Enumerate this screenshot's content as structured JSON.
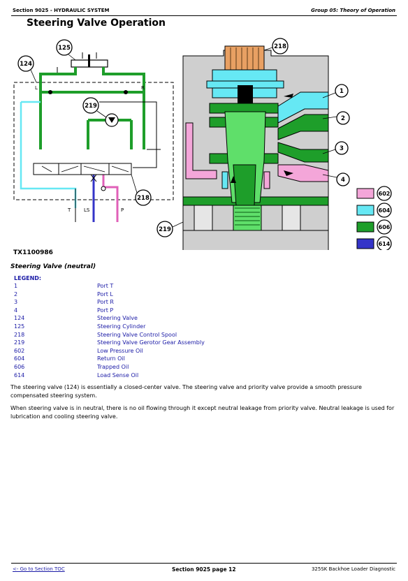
{
  "header": {
    "section": "Section 9025 - HYDRAULIC SYSTEM",
    "group": "Group 05: Theory of Operation"
  },
  "page_title": "Steering Valve Operation",
  "figure": {
    "id": "TX1100986",
    "caption": "Steering Valve (neutral)",
    "callouts": {
      "c125": "125",
      "c124": "124",
      "c219a": "219",
      "c218a": "218",
      "c218b": "218",
      "c219b": "219",
      "c1": "1",
      "c2": "2",
      "c3": "3",
      "c4": "4"
    },
    "schematic_labels": {
      "l": "L",
      "r": "R",
      "t": "T",
      "ls": "LS",
      "p": "P"
    },
    "color_key": [
      {
        "code": "602",
        "color": "#f4a6d9"
      },
      {
        "code": "604",
        "color": "#66e8f4"
      },
      {
        "code": "606",
        "color": "#1e9e2a"
      },
      {
        "code": "614",
        "color": "#3434c8"
      }
    ]
  },
  "legend": {
    "title": "LEGEND:",
    "items": [
      {
        "num": "1",
        "text": "Port T"
      },
      {
        "num": "2",
        "text": "Port L"
      },
      {
        "num": "3",
        "text": "Port R"
      },
      {
        "num": "4",
        "text": "Port P"
      },
      {
        "num": "124",
        "text": "Steering Valve"
      },
      {
        "num": "125",
        "text": "Steering Cylinder"
      },
      {
        "num": "218",
        "text": "Steering Valve Control Spool"
      },
      {
        "num": "219",
        "text": "Steering Valve Gerotor Gear Assembly"
      },
      {
        "num": "602",
        "text": "Low Pressure Oil"
      },
      {
        "num": "604",
        "text": "Return Oil"
      },
      {
        "num": "606",
        "text": "Trapped Oil"
      },
      {
        "num": "614",
        "text": "Load Sense Oil"
      }
    ]
  },
  "paragraphs": [
    "The steering valve (124) is essentially a closed-center valve. The steering valve and priority valve provide a smooth pressure compensated steering system.",
    "When steering valve is in neutral, there is no oil flowing through it except neutral leakage from priority valve. Neutral leakage is used for lubrication and cooling steering valve."
  ],
  "footer": {
    "toc_link": "<- Go to Section TOC",
    "page": "Section 9025 page 12",
    "doc": "325SK Backhoe Loader Diagnostic"
  }
}
